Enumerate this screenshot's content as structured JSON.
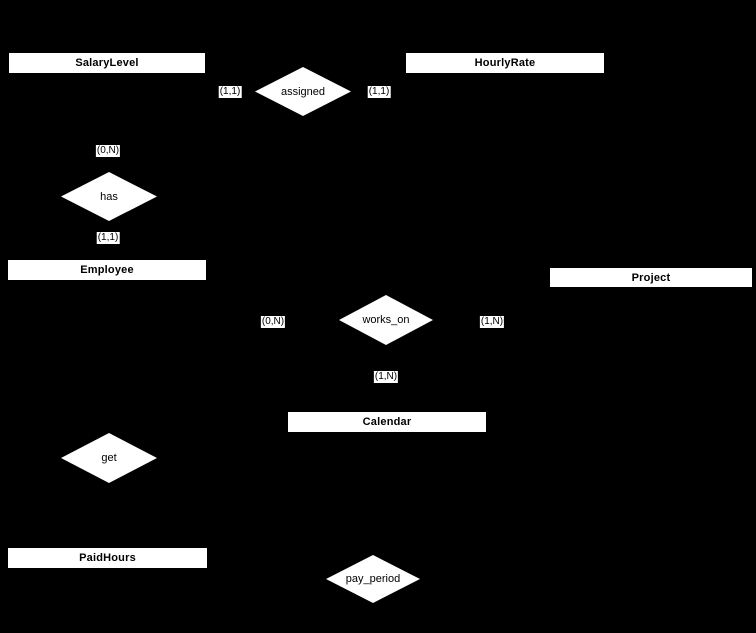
{
  "diagram": {
    "type": "er-diagram",
    "colors": {
      "background": "#000000",
      "node_fill": "#ffffff",
      "node_text": "#000000"
    },
    "entities": {
      "salary_level": {
        "label": "SalaryLevel"
      },
      "hourly_rate": {
        "label": "HourlyRate"
      },
      "employee": {
        "label": "Employee"
      },
      "project": {
        "label": "Project"
      },
      "calendar": {
        "label": "Calendar"
      },
      "paid_hours": {
        "label": "PaidHours"
      }
    },
    "relationships": {
      "assigned": {
        "label": "assigned",
        "left_cardinality": "(1,1)",
        "right_cardinality": "(1,1)"
      },
      "has": {
        "label": "has",
        "top_cardinality": "(0,N)",
        "bottom_cardinality": "(1,1)"
      },
      "works_on": {
        "label": "works_on",
        "left_cardinality": "(0,N)",
        "right_cardinality": "(1,N)",
        "bottom_cardinality": "(1,N)"
      },
      "get": {
        "label": "get"
      },
      "pay_period": {
        "label": "pay_period"
      }
    }
  }
}
